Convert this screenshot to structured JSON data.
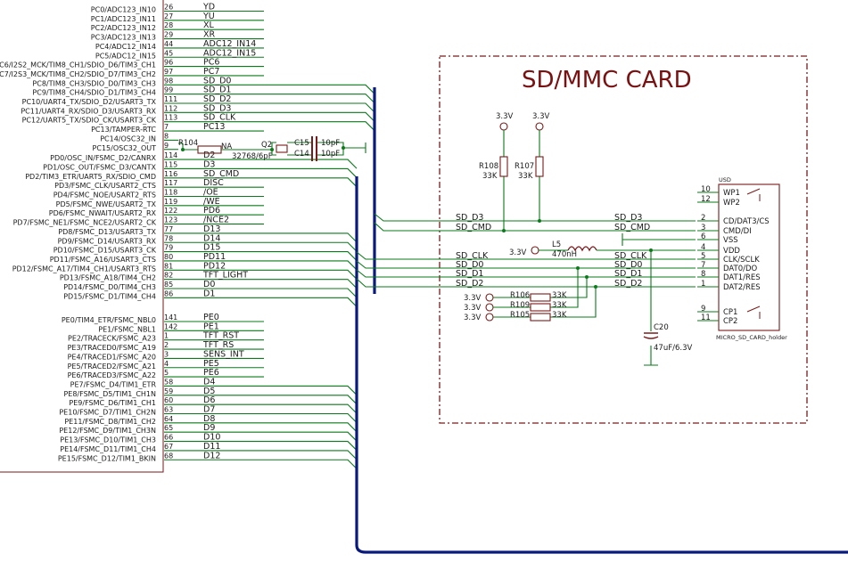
{
  "mcu_pins": [
    {
      "func": "PC0/ADC123_IN10",
      "num": "26",
      "net": "YD"
    },
    {
      "func": "PC1/ADC123_IN11",
      "num": "27",
      "net": "YU"
    },
    {
      "func": "PC2/ADC123_IN12",
      "num": "28",
      "net": "XL"
    },
    {
      "func": "PC3/ADC123_IN13",
      "num": "29",
      "net": "XR"
    },
    {
      "func": "PC4/ADC12_IN14",
      "num": "44",
      "net": "ADC12_IN14"
    },
    {
      "func": "PC5/ADC12_IN15",
      "num": "45",
      "net": "ADC12_IN15"
    },
    {
      "func": "PC6/I2S2_MCK/TIM8_CH1/SDIO_D6/TIM3_CH1",
      "num": "96",
      "net": "PC6"
    },
    {
      "func": "PC7/I2S3_MCK/TIM8_CH2/SDIO_D7/TIM3_CH2",
      "num": "97",
      "net": "PC7"
    },
    {
      "func": "PC8/TIM8_CH3/SDIO_D0/TIM3_CH3",
      "num": "98",
      "net": "SD_D0"
    },
    {
      "func": "PC9/TIM8_CH4/SDIO_D1/TIM3_CH4",
      "num": "99",
      "net": "SD_D1"
    },
    {
      "func": "PC10/UART4_TX/SDIO_D2/USART3_TX",
      "num": "111",
      "net": "SD_D2"
    },
    {
      "func": "PC11/UART4_RX/SDIO_D3/USART3_RX",
      "num": "112",
      "net": "SD_D3"
    },
    {
      "func": "PC12/UART5_TX/SDIO_CK/USART3_CK",
      "num": "113",
      "net": "SD_CLK"
    },
    {
      "func": "PC13/TAMPER-RTC",
      "num": "7",
      "net": "PC13"
    },
    {
      "func": "PC14/OSC32_IN",
      "num": "8",
      "net": ""
    },
    {
      "func": "PC15/OSC32_OUT",
      "num": "9",
      "net": ""
    },
    {
      "func": "PD0/OSC_IN/FSMC_D2/CANRX",
      "num": "114",
      "net": "D2"
    },
    {
      "func": "PD1/OSC_OUT/FSMC_D3/CANTX",
      "num": "115",
      "net": "D3"
    },
    {
      "func": "PD2/TIM3_ETR/UART5_RX/SDIO_CMD",
      "num": "116",
      "net": "SD_CMD"
    },
    {
      "func": "PD3/FSMC_CLK/USART2_CTS",
      "num": "117",
      "net": "DISC"
    },
    {
      "func": "PD4/FSMC_NOE/USART2_RTS",
      "num": "118",
      "net": "/OE"
    },
    {
      "func": "PD5/FSMC_NWE/USART2_TX",
      "num": "119",
      "net": "/WE"
    },
    {
      "func": "PD6/FSMC_NWAIT/USART2_RX",
      "num": "122",
      "net": "PD6"
    },
    {
      "func": "PD7/FSMC_NE1/FSMC_NCE2/USART2_CK",
      "num": "123",
      "net": "/NCE2"
    },
    {
      "func": "PD8/FSMC_D13/USART3_TX",
      "num": "77",
      "net": "D13"
    },
    {
      "func": "PD9/FSMC_D14/USART3_RX",
      "num": "78",
      "net": "D14"
    },
    {
      "func": "PD10/FSMC_D15/USART3_CK",
      "num": "79",
      "net": "D15"
    },
    {
      "func": "PD11/FSMC_A16/USART3_CTS",
      "num": "80",
      "net": "PD11"
    },
    {
      "func": "PD12/FSMC_A17/TIM4_CH1/USART3_RTS",
      "num": "81",
      "net": "PD12"
    },
    {
      "func": "PD13/FSMC_A18/TIM4_CH2",
      "num": "82",
      "net": "TFT_LIGHT"
    },
    {
      "func": "PD14/FSMC_D0/TIM4_CH3",
      "num": "85",
      "net": "D0"
    },
    {
      "func": "PD15/FSMC_D1/TIM4_CH4",
      "num": "86",
      "net": "D1"
    },
    {
      "func": "PE0/TIM4_ETR/FSMC_NBL0",
      "num": "141",
      "net": "PE0"
    },
    {
      "func": "PE1/FSMC_NBL1",
      "num": "142",
      "net": "PE1"
    },
    {
      "func": "PE2/TRACECK/FSMC_A23",
      "num": "1",
      "net": "TFT_RST"
    },
    {
      "func": "PE3/TRACED0/FSMC_A19",
      "num": "2",
      "net": "TFT_RS"
    },
    {
      "func": "PE4/TRACED1/FSMC_A20",
      "num": "3",
      "net": "SENS_INT"
    },
    {
      "func": "PE5/TRACED2/FSMC_A21",
      "num": "4",
      "net": "PE5"
    },
    {
      "func": "PE6/TRACED3/FSMC_A22",
      "num": "5",
      "net": "PE6"
    },
    {
      "func": "PE7/FSMC_D4/TIM1_ETR",
      "num": "58",
      "net": "D4"
    },
    {
      "func": "PE8/FSMC_D5/TIM1_CH1N",
      "num": "59",
      "net": "D5"
    },
    {
      "func": "PE9/FSMC_D6/TIM1_CH1",
      "num": "60",
      "net": "D6"
    },
    {
      "func": "PE10/FSMC_D7/TIM1_CH2N",
      "num": "63",
      "net": "D7"
    },
    {
      "func": "PE11/FSMC_D8/TIM1_CH2",
      "num": "64",
      "net": "D8"
    },
    {
      "func": "PE12/FSMC_D9/TIM1_CH3N",
      "num": "65",
      "net": "D9"
    },
    {
      "func": "PE13/FSMC_D10/TIM1_CH3",
      "num": "66",
      "net": "D10"
    },
    {
      "func": "PE14/FSMC_D11/TIM1_CH4",
      "num": "67",
      "net": "D11"
    },
    {
      "func": "PE15/FSMC_D12/TIM1_BKIN",
      "num": "68",
      "net": "D12"
    }
  ],
  "osc": {
    "r104": "R104",
    "r104_value": "NA",
    "crystal": "Q2",
    "crystal_value": "32768/6pF",
    "c15": "C15",
    "c15_value": "10pF",
    "c14": "C14",
    "c14_value": "10pF"
  },
  "sd_block": {
    "title": "SD/MMC CARD",
    "vcc_label_1": "3.3V",
    "vcc_label_2": "3.3V",
    "r108": "R108",
    "r108_value": "33K",
    "r107": "R107",
    "r107_value": "33K",
    "l5": "L5",
    "l5_value": "470nH",
    "l5_supply": "3.3V",
    "c20": "C20",
    "c20_value": "47uF/6.3V",
    "pullups": [
      {
        "ref": "R106",
        "value": "33K",
        "supply": "3.3V"
      },
      {
        "ref": "R109",
        "value": "33K",
        "supply": "3.3V"
      },
      {
        "ref": "R105",
        "value": "33K",
        "supply": "3.3V"
      }
    ],
    "nets_left": [
      "SD_D3",
      "SD_CMD",
      "SD_CLK",
      "SD_D0",
      "SD_D1",
      "SD_D2"
    ],
    "nets_right": [
      "SD_D3",
      "SD_CMD",
      "SD_CLK",
      "SD_D0",
      "SD_D1",
      "SD_D2"
    ],
    "holder_ref": "USD",
    "holder_name": "MICRO_SD_CARD_holder",
    "holder_pins": [
      {
        "num": "10",
        "name": "WP1"
      },
      {
        "num": "12",
        "name": "WP2"
      },
      {
        "num": "2",
        "name": "CD/DAT3/CS"
      },
      {
        "num": "3",
        "name": "CMD/DI"
      },
      {
        "num": "6",
        "name": "VSS"
      },
      {
        "num": "4",
        "name": "VDD"
      },
      {
        "num": "5",
        "name": "CLK/SCLK"
      },
      {
        "num": "7",
        "name": "DAT0/DO"
      },
      {
        "num": "8",
        "name": "DAT1/RES"
      },
      {
        "num": "1",
        "name": "DAT2/RES"
      },
      {
        "num": "9",
        "name": "CP1"
      },
      {
        "num": "11",
        "name": "CP2"
      }
    ]
  },
  "colors": {
    "wire": "#0a7a1a",
    "bus": "#0a1a7a",
    "part": "#7a1a1a",
    "title": "#7a1010"
  }
}
